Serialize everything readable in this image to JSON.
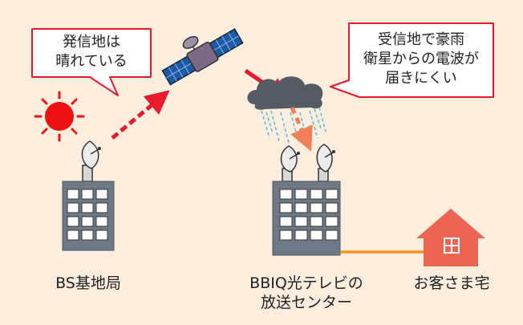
{
  "callouts": {
    "sender": [
      "発信地は",
      "晴れている"
    ],
    "receiver": [
      "受信地で豪雨",
      "衛星からの電波が",
      "届きにくい"
    ]
  },
  "labels": {
    "bs_station": "BS基地局",
    "center_line1": "BBIQ光テレビの",
    "center_line2": "放送センター",
    "home": "お客さま宅"
  },
  "colors": {
    "background": "#fdeedd",
    "sun": "#ee1111",
    "uplink_arrow": "#e8192c",
    "downlink_arrow": "#f07f5a",
    "building": "#6d7a86",
    "building_window": "#ffffff",
    "cable": "#f7931e",
    "house": "#ec6552",
    "cloud": "#555b63",
    "rain": "#5ab4e0",
    "satellite_panel": "#1c5aa6",
    "satellite_body": "#7b6a86",
    "callout_border": "#e8192c"
  },
  "icons": {
    "sun": "sun-icon",
    "satellite": "satellite-icon",
    "cloud": "storm-cloud-icon",
    "dish": "satellite-dish-icon",
    "building": "office-building-icon",
    "house": "house-icon"
  }
}
